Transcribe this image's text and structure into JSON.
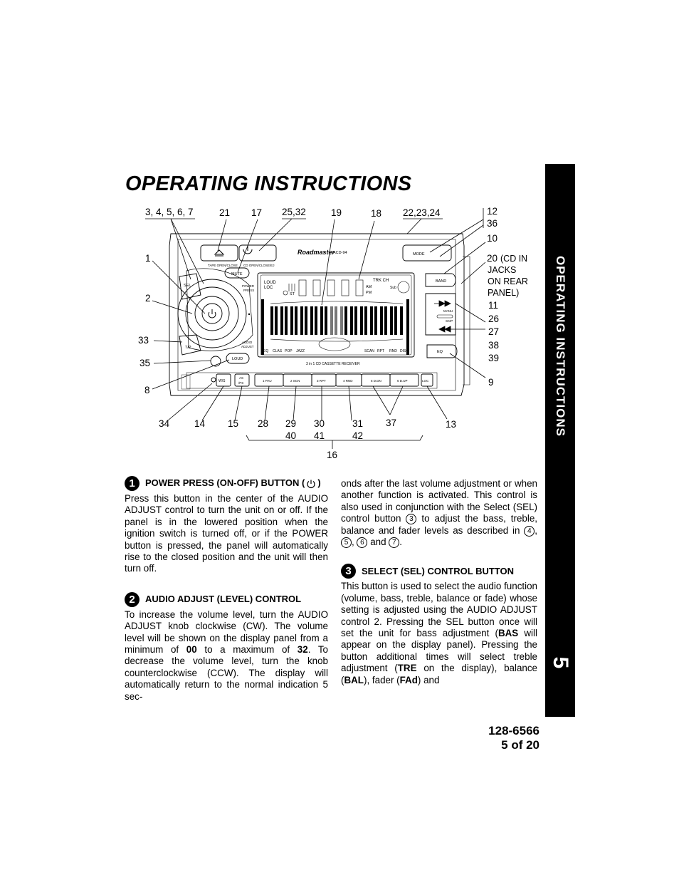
{
  "page": {
    "title": "OPERATING INSTRUCTIONS",
    "side_tab": {
      "text": "OPERATING INSTRUCTIONS",
      "number": "5"
    },
    "footer": {
      "part_number": "128-6566",
      "page_of": "5 of 20"
    }
  },
  "diagram": {
    "callouts": {
      "c_34567": "3, 4, 5, 6, 7",
      "c_21": "21",
      "c_17": "17",
      "c_2532": "25,32",
      "c_19": "19",
      "c_18": "18",
      "c_222324": "22,23,24",
      "c_12": "12",
      "c_36": "36",
      "c_10": "10",
      "c_20": "20",
      "c_20_note": "(CD IN",
      "c_20_note2": "JACKS",
      "c_20_note3": "ON REAR",
      "c_20_note4": "PANEL)",
      "c_11": "11",
      "c_26": "26",
      "c_27": "27",
      "c_38": "38",
      "c_39": "39",
      "c_9": "9",
      "c_1": "1",
      "c_2": "2",
      "c_33": "33",
      "c_35": "35",
      "c_8": "8",
      "c_34": "34",
      "c_14": "14",
      "c_15": "15",
      "c_28": "28",
      "c_29": "29",
      "c_40": "40",
      "c_30": "30",
      "c_41": "41",
      "c_31": "31",
      "c_42": "42",
      "c_37": "37",
      "c_13": "13",
      "c_16": "16"
    },
    "unit_labels": {
      "brand": "Roadmaster",
      "model": "ACD-94",
      "mode": "MODE",
      "band": "BAND",
      "sel": "SEL",
      "mute": "MUTE",
      "tape": "TAPE OPEN/CLOSE",
      "cd": "CD OPEN/CLOSE/EJ",
      "power1": "POWER",
      "power2": "PRESS",
      "audio1": "AUDIO",
      "audio2": "ADJUST",
      "tp": "T/P",
      "loud": "LOUD",
      "as1": "AS",
      "as2": "/PS",
      "ws": "W/S",
      "eq": "EQ",
      "loc": "LOC",
      "manu": "MANU",
      "skip": "SKIP",
      "receiver": "3 in 1 CD CASSETTE RECEIVER",
      "presets": [
        "1 PAU",
        "2 SCN",
        "3 RPT",
        "4 RND",
        "5 D.DN",
        "6 D.UP"
      ],
      "lcd_loud": "LOUD",
      "lcd_loc": "LOC",
      "lcd_st": "ST",
      "lcd_trk": "TRK CH",
      "lcd_am": "AM",
      "lcd_pm": "PM",
      "lcd_sub": "Sub",
      "lcd_bottom": [
        "EQ",
        "CLAS",
        "POP",
        "JAZZ",
        "SCAN",
        "RPT",
        "RND",
        "DISC"
      ]
    }
  },
  "sections": [
    {
      "num": "1",
      "title": "POWER PRESS (ON-OFF) BUTTON (",
      "title_end": ")",
      "body": "Press this button in the center of the AUDIO ADJUST control to turn the unit on or off. If the panel is in the lowered position when the ignition switch is turned off, or if the POWER button is pressed, the panel will automatically rise to the closed position and the unit will then turn off."
    },
    {
      "num": "2",
      "title": "AUDIO ADJUST (LEVEL) CONTROL",
      "body_a": "To increase the volume level, turn the AUDIO ADJUST knob clockwise (CW). The volume level will be shown on the display panel from a minimum of",
      "val_min": "00",
      "body_b": "to a maximum of",
      "val_max": "32",
      "body_c": ". To decrease the volume level, turn the knob counterclockwise (CCW). The display will automatically return to the normal indication 5 sec-"
    },
    {
      "cont_a": "onds after the last volume adjustment or when another function is activated. This control is also used in conjunction with the Select (SEL) control button",
      "ref_3": "3",
      "cont_b": "to adjust the bass, treble, balance and fader levels as described in",
      "ref_4": "4",
      "ref_5": "5",
      "ref_6": "6",
      "and": "and",
      "ref_7": "7",
      "cont_end": "."
    },
    {
      "num": "3",
      "title": "SELECT (SEL) CONTROL BUTTON",
      "body_a": "This button is used to select the audio function (volume, bass, treble, balance or fade) whose setting is adjusted using the AUDIO ADJUST control 2. Pressing the SEL button once will set the unit for bass adjustment (",
      "bas": "BAS",
      "body_b": "will appear on the display panel). Pressing the button additional times will select treble adjustment (",
      "tre": "TRE",
      "body_c": "on the display), balance (",
      "bal": "BAL",
      "body_d": "), fader (",
      "fad": "FAd",
      "body_e": ") and"
    }
  ]
}
